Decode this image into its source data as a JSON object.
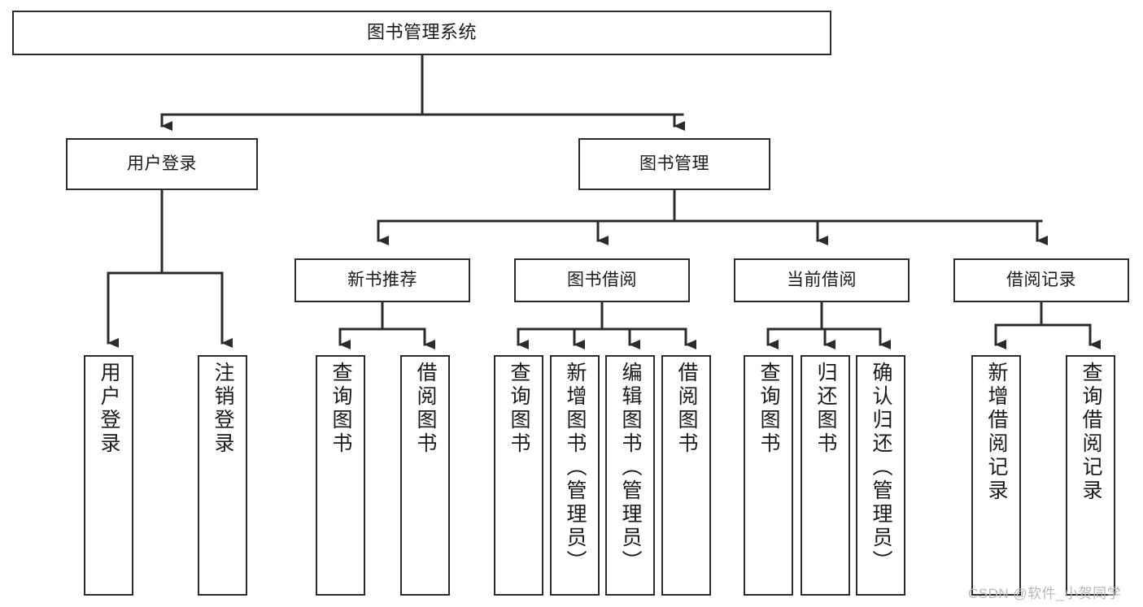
{
  "diagram": {
    "title": "图书管理系统",
    "type": "tree-hierarchy-diagram",
    "colors": {
      "box_border": "#2b2b2b",
      "box_fill": "#ffffff",
      "connector": "#2b2b2b",
      "text": "#1a1a1a",
      "watermark": "#b8b8b8",
      "background": "#ffffff"
    },
    "nodes": {
      "root": {
        "label": "图书管理系统"
      },
      "level2": [
        {
          "label": "用户登录"
        },
        {
          "label": "图书管理"
        }
      ],
      "level3": [
        {
          "label": "新书推荐"
        },
        {
          "label": "图书借阅"
        },
        {
          "label": "当前借阅"
        },
        {
          "label": "借阅记录"
        }
      ],
      "leaves_user_login": [
        {
          "label": "用户登录"
        },
        {
          "label": "注销登录"
        }
      ],
      "leaves_new_books": [
        {
          "label": "查询图书"
        },
        {
          "label": "借阅图书"
        }
      ],
      "leaves_borrow": [
        {
          "label": "查询图书"
        },
        {
          "label": "新增图书（管理员）"
        },
        {
          "label": "编辑图书（管理员）"
        },
        {
          "label": "借阅图书"
        }
      ],
      "leaves_current": [
        {
          "label": "查询图书"
        },
        {
          "label": "归还图书"
        },
        {
          "label": "确认归还（管理员）"
        }
      ],
      "leaves_records": [
        {
          "label": "新增借阅记录"
        },
        {
          "label": "查询借阅记录"
        }
      ]
    },
    "watermark": "CSDN @软件_小贺同学"
  }
}
